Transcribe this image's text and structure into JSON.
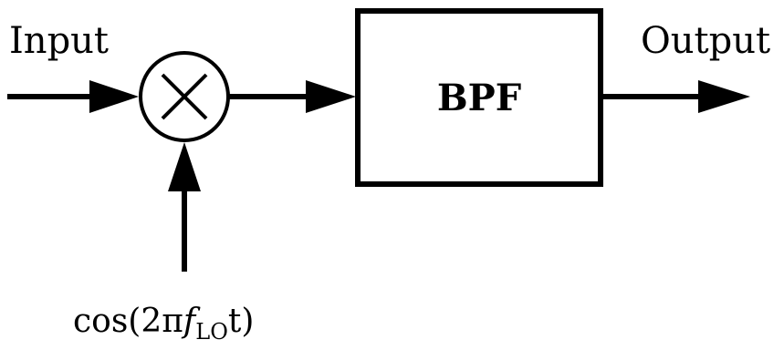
{
  "diagram": {
    "input_label": "Input",
    "output_label": "Output",
    "block_label": "BPF",
    "mixer_symbol": "multiplication-circle",
    "lo_signal": {
      "prefix": "cos(2π",
      "var": "f",
      "subscript": "LO",
      "suffix": "t)"
    }
  }
}
